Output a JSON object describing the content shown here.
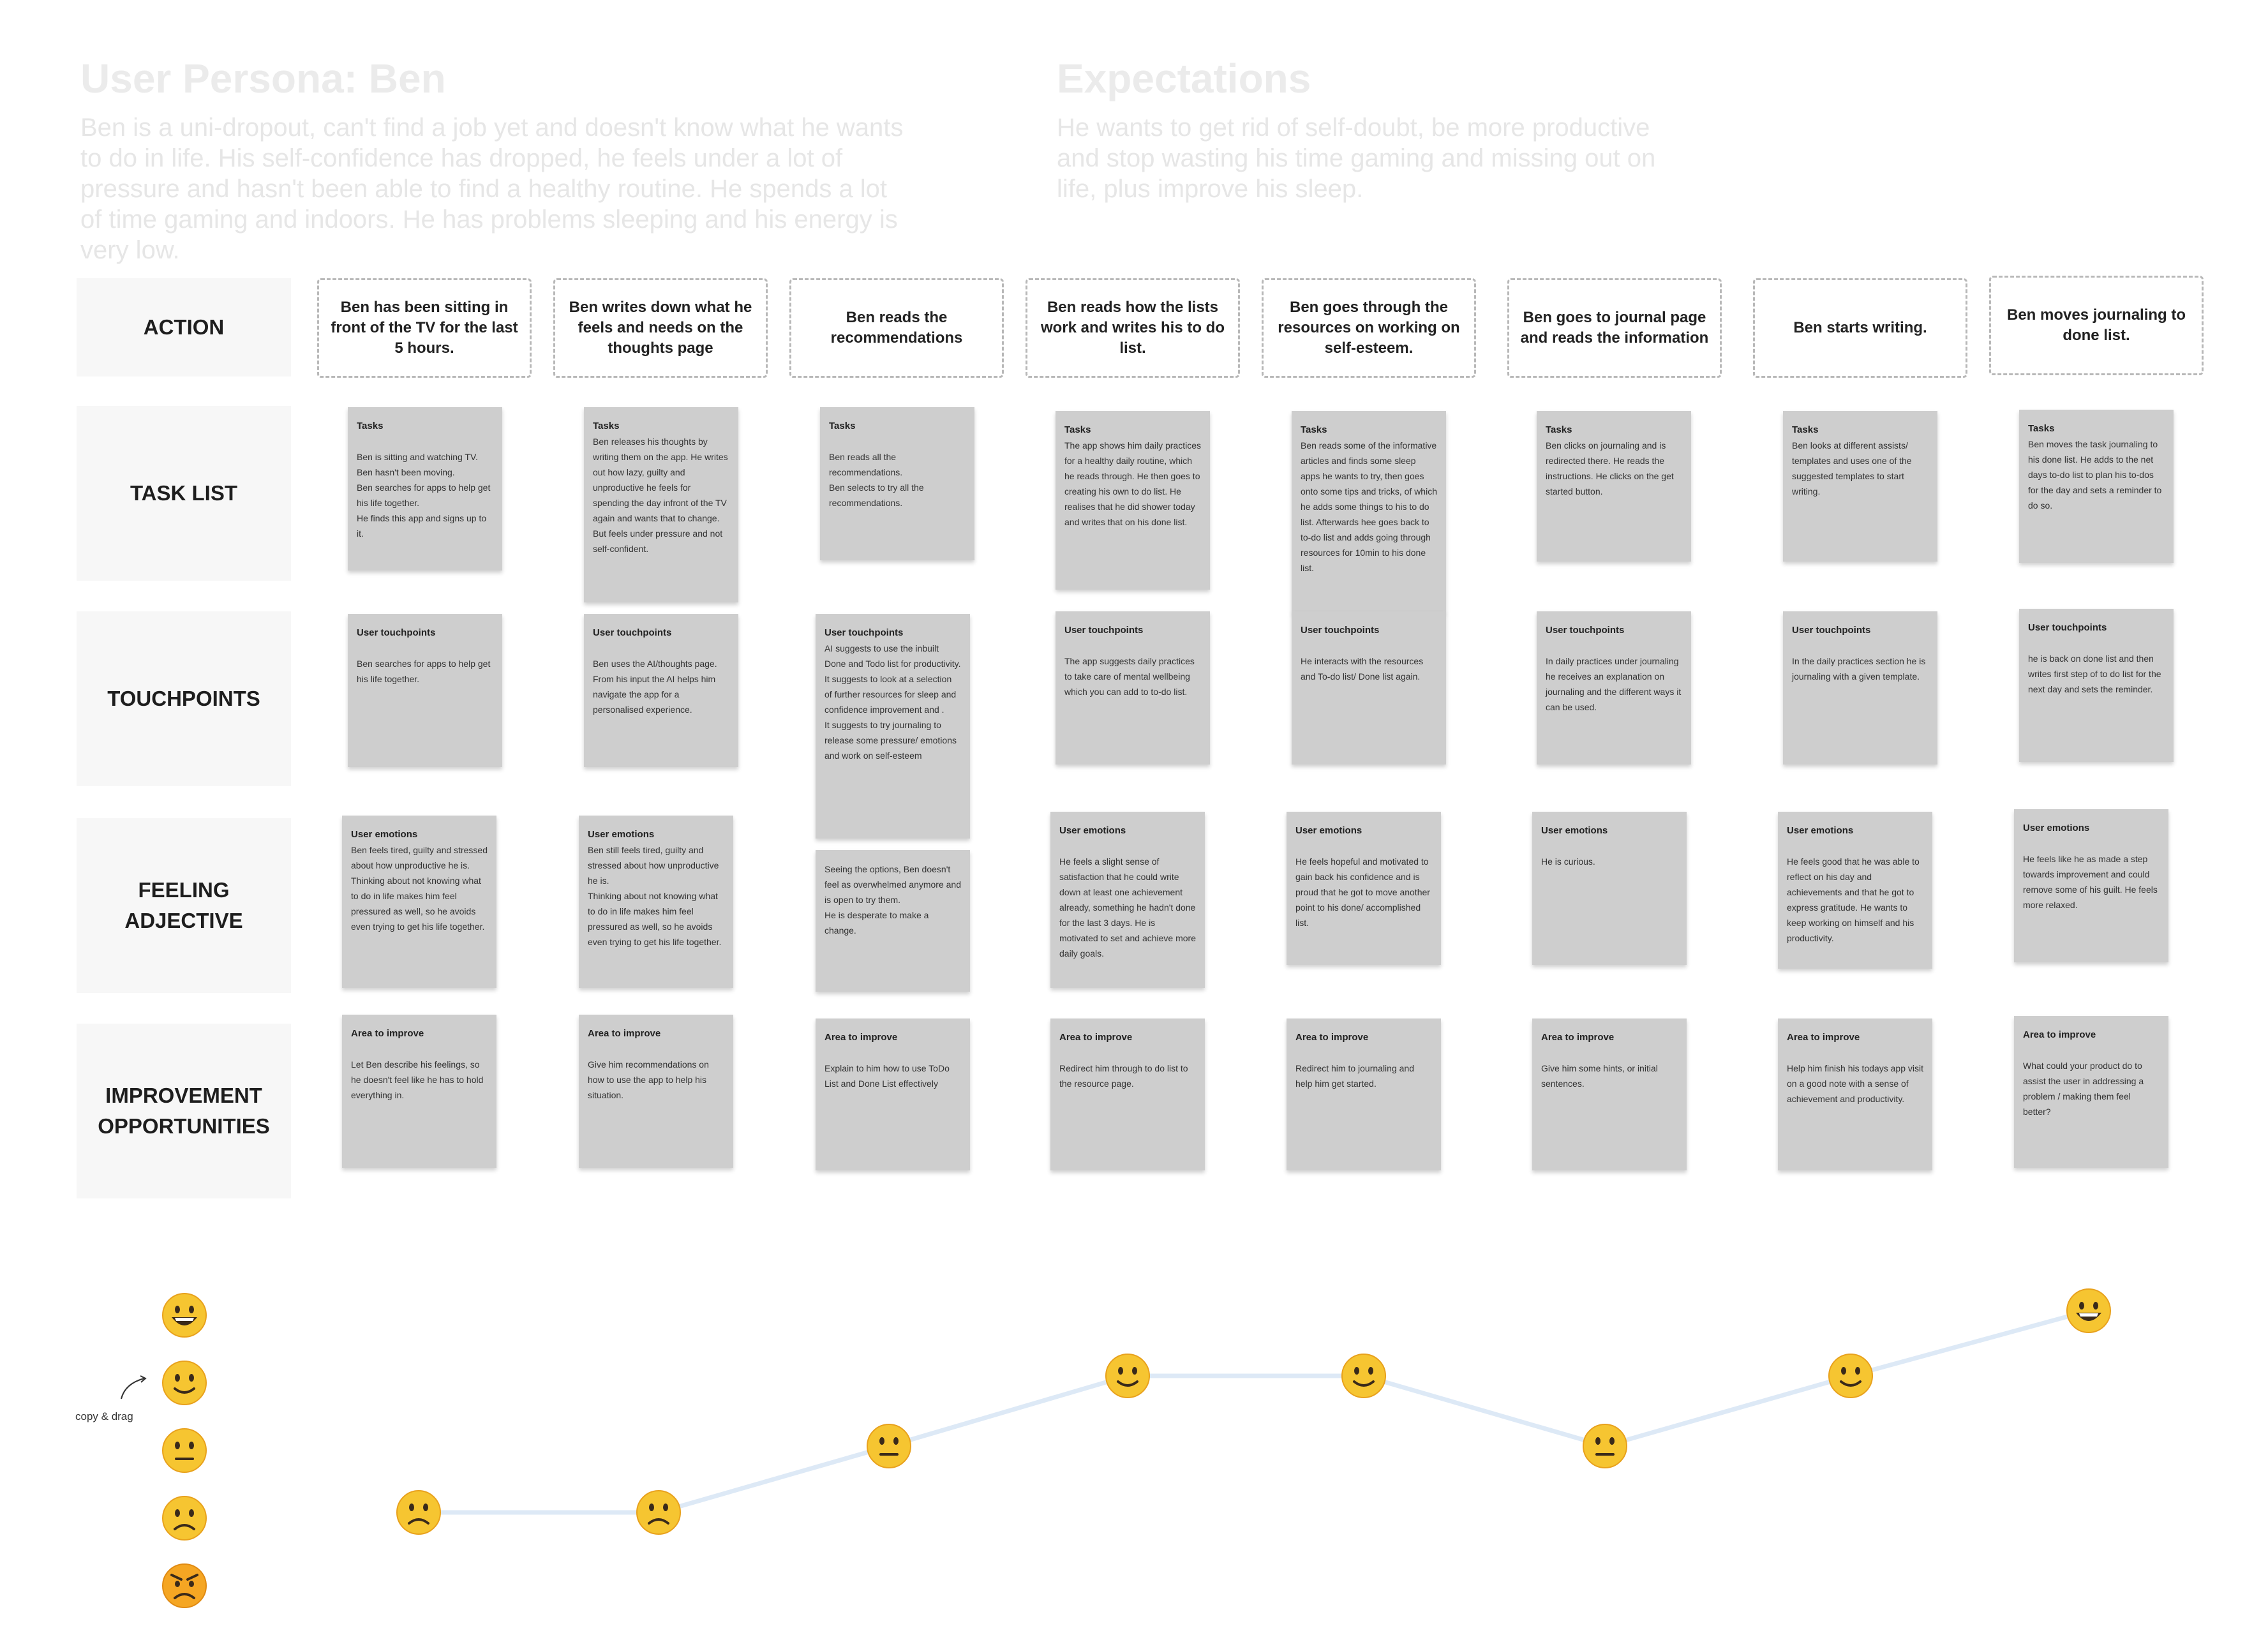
{
  "persona": {
    "title": "User Persona:  Ben",
    "text": "Ben is a uni-dropout, can't find a job yet and doesn't know what he wants to do in life. His self-confidence has dropped, he feels under a lot of pressure and hasn't been able to find a healthy routine. He spends a lot of time gaming and indoors. He has problems sleeping and his energy is very low."
  },
  "expectations": {
    "title": "Expectations",
    "text": "He wants to get rid of self-doubt, be more productive and stop wasting his time gaming and missing out on life, plus improve his sleep."
  },
  "rows": {
    "action": "ACTION",
    "task_list": "TASK LIST",
    "touchpoints": "TOUCHPOINTS",
    "feeling": "FEELING\nADJECTIVE",
    "improvement": "IMPROVEMENT\nOPPORTUNITIES"
  },
  "steps": [
    {
      "action": "Ben has been sitting in front of the TV for the last 5 hours.",
      "task_title": "Tasks",
      "task_body": "Ben is sitting and watching TV.\nBen hasn't been moving.\nBen searches for apps to help get his life together.\nHe finds this  app and signs up to it.",
      "touch_title": "User touchpoints",
      "touch_body": "Ben searches for apps to help get his life together.",
      "emotion_title": "User emotions",
      "emotion_body": "Ben feels tired, guilty and stressed about how unproductive he is.\nThinking about not knowing what to do in life makes him feel pressured as well, so he avoids even trying to get his life together.",
      "improve_title": "Area to improve",
      "improve_body": "Let Ben describe his feelings, so he doesn't feel like he has to hold everything in."
    },
    {
      "action": "Ben writes down what he feels and needs on the thoughts page",
      "task_title": "Tasks",
      "task_body": "Ben releases his thoughts by writing them on the app. He writes out how lazy, guilty and unproductive he feels for spending the day infront of the TV again and wants that to change. But feels under pressure and not self-confident.",
      "touch_title": "User touchpoints",
      "touch_body": "Ben uses the AI/thoughts page. From his input the AI helps him navigate the app for a personalised experience.",
      "emotion_title": "User emotions",
      "emotion_body": "Ben still feels tired, guilty and stressed about how unproductive he is.\nThinking about not knowing what to do in life makes him feel pressured as well, so he avoids even trying to get his life together.",
      "improve_title": "Area to improve",
      "improve_body": "Give him recommendations on how to use the app to help his situation."
    },
    {
      "action": "Ben reads the recommendations",
      "task_title": "Tasks",
      "task_body": "Ben reads all the recommendations.\nBen selects to try all the recommendations.",
      "touch_title": "User touchpoints",
      "touch_body": "AI suggests to use the inbuilt Done and Todo list for productivity.\nIt suggests to look at a selection of further resources for sleep and confidence improvement and .\nIt suggests to try journaling to release some pressure/ emotions and work on self-esteem",
      "emotion_title": "",
      "emotion_body": "Seeing the options, Ben doesn't feel as overwhelmed anymore and is open to try them.\nHe is desperate to make a change.",
      "improve_title": "Area to improve",
      "improve_body": "Explain to him how to use ToDo List and Done List effectively"
    },
    {
      "action": "Ben reads how the lists work and writes his to do list.",
      "task_title": "Tasks",
      "task_body": "The app shows him daily practices for a healthy daily routine, which he reads through. He then goes to creating his own to do list. He realises that he did shower today and writes that on his done list.",
      "touch_title": "User touchpoints",
      "touch_body": "The app suggests daily practices to take care of mental wellbeing which you can add to to-do list.",
      "emotion_title": "User emotions",
      "emotion_body": "He feels a slight sense of satisfaction that he could write down at least one achievement already, something he hadn't done for the last 3 days. He is motivated to set and achieve more daily goals.",
      "improve_title": "Area to improve",
      "improve_body": "Redirect him through to do list to the resource page."
    },
    {
      "action": "Ben goes through the resources on working on self-esteem.",
      "task_title": "Tasks",
      "task_body": "Ben reads some of the informative articles and finds some sleep apps he wants to try, then goes onto some tips and tricks, of which he adds some things to his to do list. Afterwards hee goes back to to-do list and adds going through resources for 10min to his done list.",
      "touch_title": "User touchpoints",
      "touch_body": "He interacts with the resources and To-do list/ Done list again.",
      "emotion_title": "User emotions",
      "emotion_body": "He feels hopeful and motivated to gain back his confidence and is proud that he got to move another point to his done/ accomplished list.",
      "improve_title": "Area to improve",
      "improve_body": "Redirect him to journaling and help him get started."
    },
    {
      "action": "Ben goes to journal page and reads the information",
      "task_title": "Tasks",
      "task_body": "Ben clicks on journaling and is redirected there. He reads the instructions. He clicks on the get started button.",
      "touch_title": "User touchpoints",
      "touch_body": "In daily practices under journaling he receives an explanation on journaling and the different ways it can be used.",
      "emotion_title": "User emotions",
      "emotion_body": "He is curious.",
      "improve_title": "Area to improve",
      "improve_body": "Give him some hints, or initial sentences."
    },
    {
      "action": "Ben starts writing.",
      "task_title": "Tasks",
      "task_body": "Ben looks at different assists/ templates and uses one of the suggested templates to start writing.",
      "touch_title": "User touchpoints",
      "touch_body": "In the daily practices section he is journaling with a given template.",
      "emotion_title": "User emotions",
      "emotion_body": "He feels good that he was able to reflect on his day and achievements and that he got to express gratitude. He wants to keep working on himself and his productivity.",
      "improve_title": "Area to improve",
      "improve_body": "Help him finish his todays app visit on a good note with a sense of achievement and productivity."
    },
    {
      "action": "Ben moves journaling to done list.",
      "task_title": "Tasks",
      "task_body": "Ben moves the task journaling to his done list. He adds to the net days to-do list to plan his to-dos for the day and sets a reminder to do so.",
      "touch_title": "User touchpoints",
      "touch_body": "he is back on done list and then writes first step of to do list for the next day and sets the reminder.",
      "emotion_title": "User emotions",
      "emotion_body": "He feels like he as made a step towards improvement and could remove some of his guilt. He feels more relaxed.",
      "improve_title": "Area to improve",
      "improve_body": "What could your product do to assist the user in addressing a problem / making them feel better?"
    }
  ],
  "legend": {
    "copy_drag": "copy & drag",
    "scale": [
      {
        "icon": "grinning-face-icon",
        "level": 5
      },
      {
        "icon": "smiling-face-icon",
        "level": 4
      },
      {
        "icon": "neutral-face-icon",
        "level": 3
      },
      {
        "icon": "frowning-face-icon",
        "level": 2
      },
      {
        "icon": "angry-face-icon",
        "level": 1
      }
    ]
  },
  "chart_data": {
    "type": "line",
    "x": [
      1,
      2,
      3,
      4,
      5,
      6,
      7,
      8
    ],
    "values": [
      2,
      2,
      3,
      4,
      4,
      3,
      4,
      5
    ],
    "ylim": [
      1,
      5
    ],
    "grid": false,
    "colors": {
      "line": "#dde9f6",
      "emoji_fill": "#f6c531",
      "emoji_stroke": "#e8a11c",
      "feature": "#3a2a1a",
      "angry_fill": "#f5a623"
    }
  }
}
